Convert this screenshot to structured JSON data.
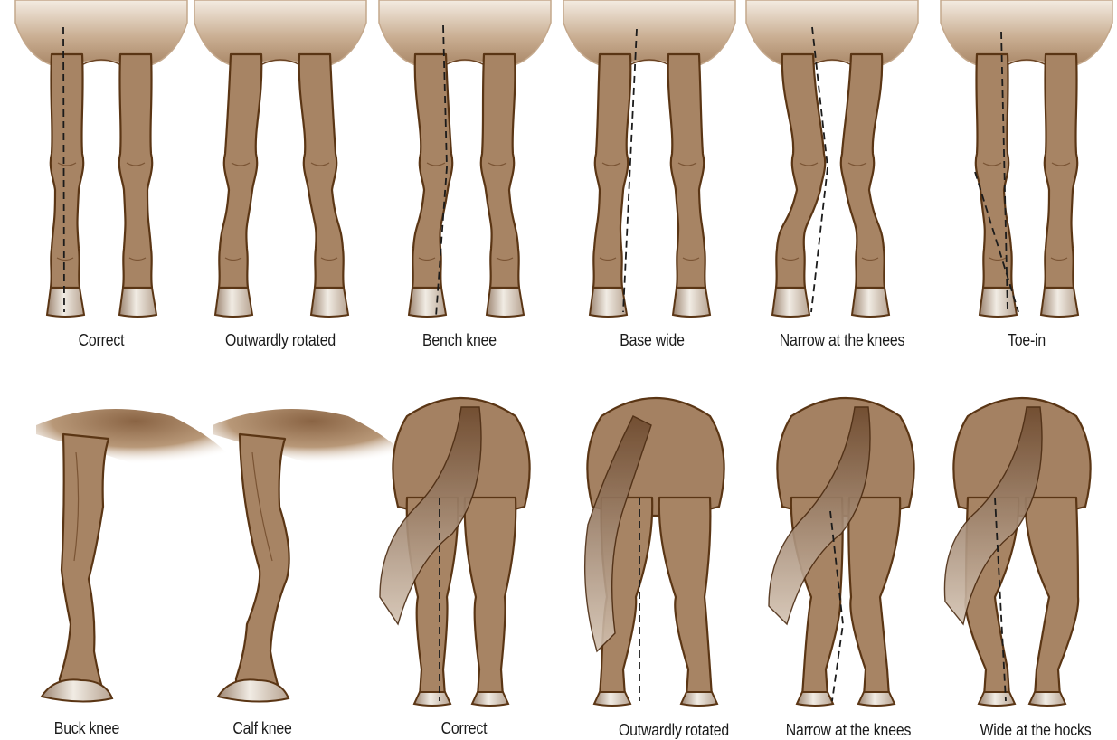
{
  "figure": {
    "front_row": [
      {
        "label": "Correct"
      },
      {
        "label": "Outwardly rotated"
      },
      {
        "label": "Bench knee"
      },
      {
        "label": "Base wide"
      },
      {
        "label": "Narrow at the knees"
      },
      {
        "label": "Toe-in"
      }
    ],
    "lower_row": [
      {
        "label": "Buck knee"
      },
      {
        "label": "Calf knee"
      },
      {
        "label": "Correct"
      },
      {
        "label": "Outwardly rotated"
      },
      {
        "label": "Narrow at the knees"
      },
      {
        "label": "Wide at the hocks"
      }
    ]
  },
  "colors": {
    "coat": "#a78464",
    "outline": "#5a3514",
    "body_fade": "#d9c5ae",
    "hoof_light": "#f1ece4",
    "hoof_dark": "#9c8470",
    "tail_dark": "#6e4a2e",
    "tail_light": "#d3c2b1",
    "plumb_line": "#1b1b1b"
  },
  "icons": [
    "horse-front-legs-illustration",
    "horse-side-foreleg-illustration",
    "horse-hind-legs-illustration"
  ]
}
